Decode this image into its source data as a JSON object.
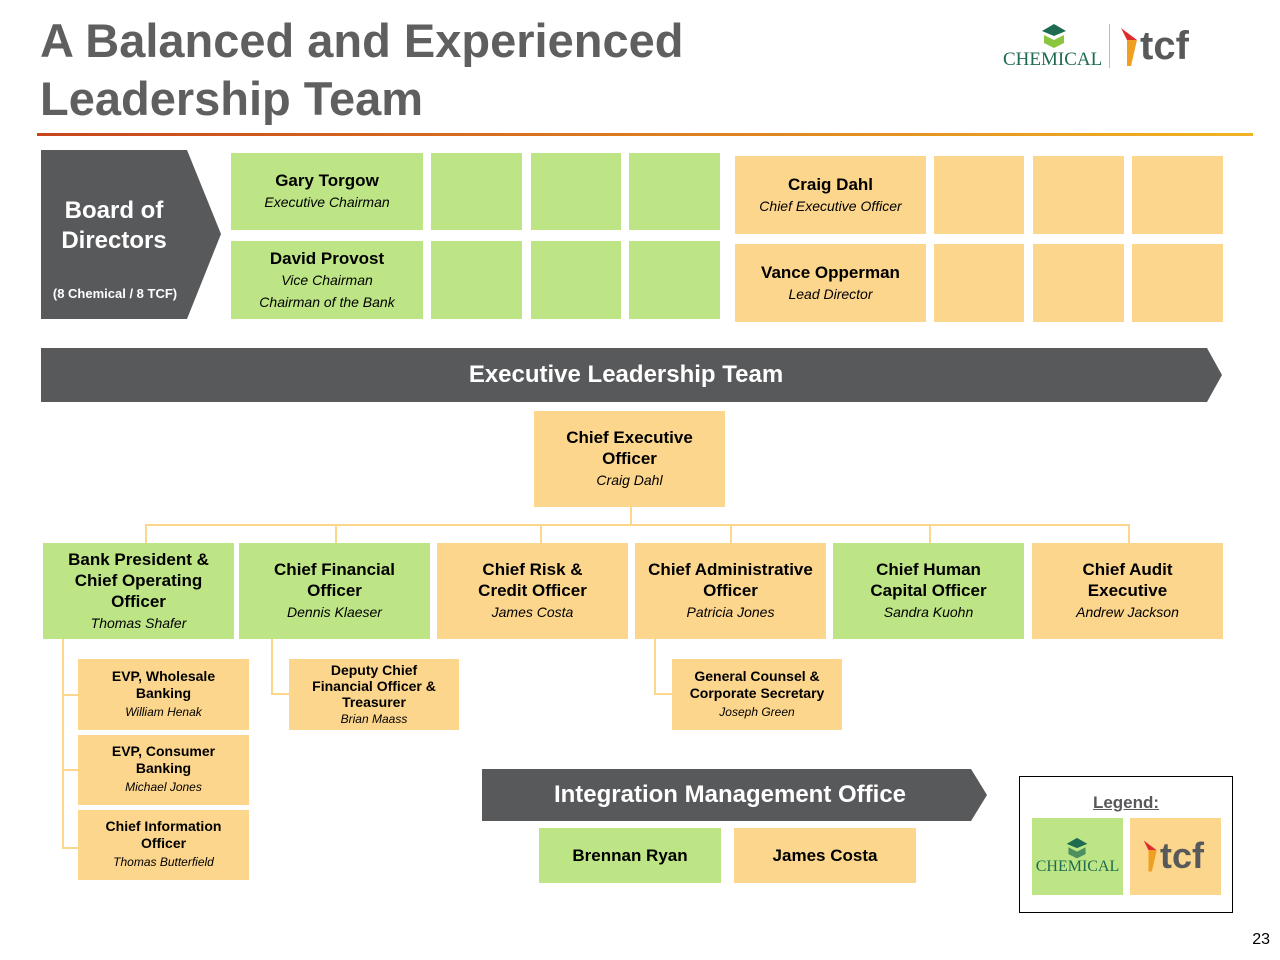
{
  "title": "A Balanced and Experienced Leadership Team",
  "logos": {
    "chemical": "CHEMICAL",
    "tcf": "tcf"
  },
  "board": {
    "label": "Board of Directors",
    "composition": "(8 Chemical / 8 TCF)",
    "green_members": [
      {
        "name": "Gary Torgow",
        "roles": [
          "Executive Chairman"
        ]
      },
      {
        "name": "David Provost",
        "roles": [
          "Vice Chairman",
          "Chairman of the Bank"
        ]
      }
    ],
    "orange_members": [
      {
        "name": "Craig Dahl",
        "roles": [
          "Chief Executive Officer"
        ]
      },
      {
        "name": "Vance Opperman",
        "roles": [
          "Lead Director"
        ]
      }
    ]
  },
  "elt": {
    "banner": "Executive Leadership Team",
    "ceo": {
      "title": "Chief Executive Officer",
      "name": "Craig Dahl"
    },
    "direct_reports": [
      {
        "title": "Bank President & Chief Operating Officer",
        "name": "Thomas Shafer",
        "color": "green"
      },
      {
        "title": "Chief Financial Officer",
        "name": "Dennis Klaeser",
        "color": "green"
      },
      {
        "title": "Chief Risk & Credit Officer",
        "name": "James Costa",
        "color": "orange"
      },
      {
        "title": "Chief Administrative Officer",
        "name": "Patricia Jones",
        "color": "orange"
      },
      {
        "title": "Chief Human Capital Officer",
        "name": "Sandra Kuohn",
        "color": "green"
      },
      {
        "title": "Chief Audit Executive",
        "name": "Andrew Jackson",
        "color": "orange"
      }
    ],
    "coo_reports": [
      {
        "title": "EVP, Wholesale Banking",
        "name": "William Henak"
      },
      {
        "title": "EVP, Consumer Banking",
        "name": "Michael Jones"
      },
      {
        "title": "Chief Information Officer",
        "name": "Thomas Butterfield"
      }
    ],
    "cfo_report": {
      "title": "Deputy Chief Financial Officer & Treasurer",
      "name": "Brian Maass"
    },
    "cao_report": {
      "title": "General Counsel & Corporate Secretary",
      "name": "Joseph Green"
    }
  },
  "imo": {
    "banner": "Integration Management Office",
    "members": [
      "Brennan Ryan",
      "James Costa"
    ]
  },
  "legend": {
    "title": "Legend:",
    "chemical": "CHEMICAL",
    "tcf": "tcf"
  },
  "page_number": "23",
  "colors": {
    "green": "#bde585",
    "orange": "#fcd68c",
    "dark": "#58595b",
    "title": "#5f5f5f"
  }
}
